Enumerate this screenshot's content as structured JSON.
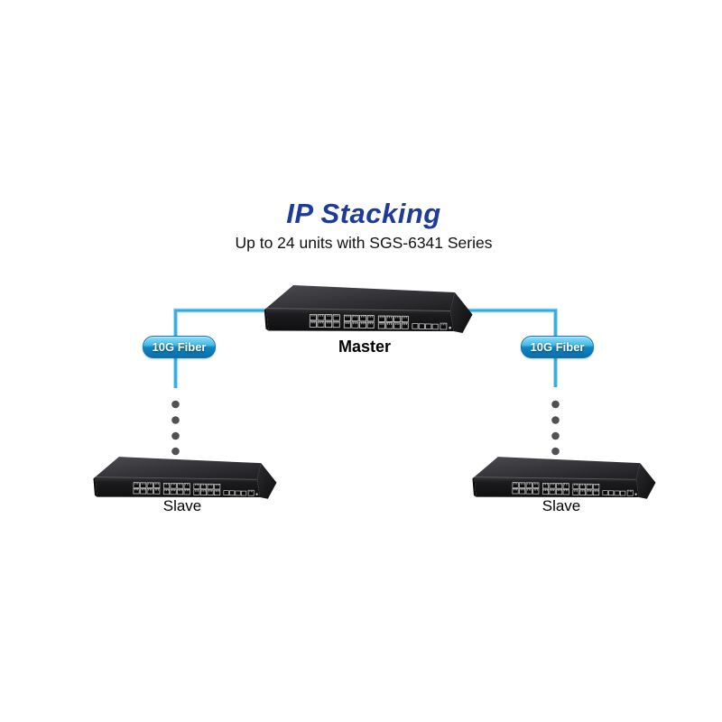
{
  "diagram": {
    "title": "IP Stacking",
    "subtitle": "Up to 24 units with SGS-6341 Series",
    "labels": {
      "master": "Master",
      "slave_left": "Slave",
      "slave_right": "Slave"
    },
    "badges": {
      "left": "10G Fiber",
      "right": "10G Fiber"
    },
    "devices": [
      {
        "role": "Master",
        "icon": "network-switch-icon"
      },
      {
        "role": "Slave",
        "icon": "network-switch-icon"
      },
      {
        "role": "Slave",
        "icon": "network-switch-icon"
      }
    ],
    "colors": {
      "title_blue": "#1e3a9b",
      "link_blue": "#3fb1e3",
      "link_highlight": "#a8ddf4",
      "badge_top": "#8edcf6",
      "badge_bottom": "#0c6ea9",
      "badge_border": "#0d74ad",
      "dot_gray": "#505154",
      "switch_body_dark": "#151517",
      "text_black": "#111111",
      "background": "#ffffff"
    }
  }
}
